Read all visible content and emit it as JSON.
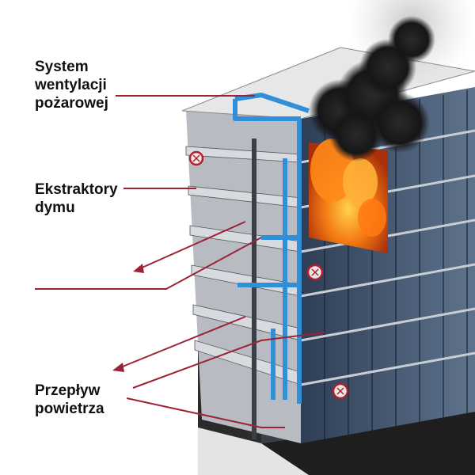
{
  "labels": {
    "ventilation_system": "System\nwentylacji\npożarowej",
    "smoke_extractors": "Ekstraktory\ndymu",
    "air_flow": "Przepływ\npowietrza"
  },
  "colors": {
    "leader_line": "#9b2335",
    "duct": "#2f8fd8",
    "slab": "#d7dadf",
    "glass": "#3b4e66",
    "fire": "#f06a12",
    "smoke": "#1c1c1c"
  },
  "icons": {
    "extractor": "fan-extractor-icon"
  }
}
